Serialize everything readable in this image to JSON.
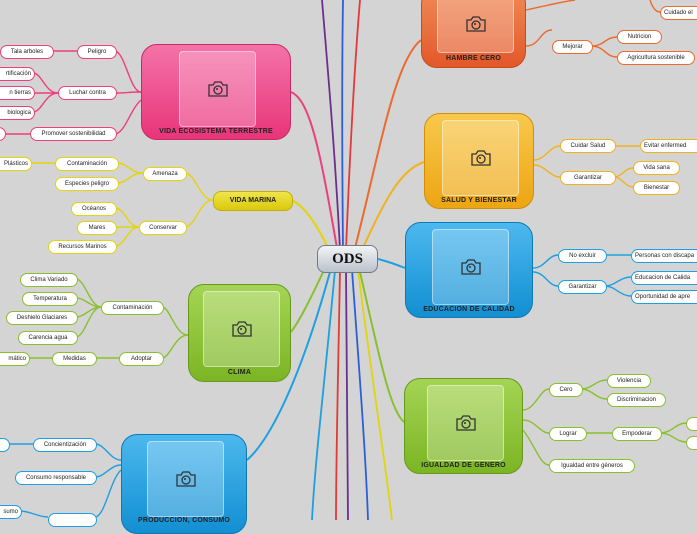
{
  "center": {
    "label": "ODS"
  },
  "topics": {
    "hambre": "HAMBRE CERO",
    "vida_terrestre": "VIDA ECOSISTEMA TERRESTRE",
    "salud": "SALUD Y BIENESTAR",
    "vida_marina": "VIDA MARINA",
    "educacion": "EDUCACION DE CALIDAD",
    "clima": "CLIMA",
    "genero": "IGUALDAD DE GENERO",
    "produccion": "PRODUCCION, CONSUMO"
  },
  "hambre": {
    "mejorar": "Mejorar",
    "nutricion": "Nutricion",
    "agricultura": "Agricultura sostenible",
    "cuidado": "Cuidado el"
  },
  "vida_terrestre": {
    "peligro": "Peligro",
    "tala": "Tala arboles",
    "luchar": "Luchar contra",
    "desertificacion": "rtificación",
    "tierras": "n tierras",
    "biologica": "biologica",
    "promover": "Promover sostenibilidad"
  },
  "salud": {
    "cuidar": "Cuidar Salud",
    "evitar": "Evitar enfermed",
    "garantizar": "Garantizar",
    "vida_sana": "Vida sana",
    "bienestar": "Bienestar"
  },
  "vida_marina": {
    "amenaza": "Amenaza",
    "contaminacion": "Contaminación",
    "plasticos": "Plásticos",
    "especies": "Especies peligro",
    "conservar": "Conservar",
    "oceanos": "Océanos",
    "mares": "Mares",
    "recursos": "Recursos Marinos"
  },
  "educacion": {
    "no_excluir": "No excluir",
    "personas": "Personas con discapa",
    "garantizar": "Garantizar",
    "edu_calidad": "Educacion de Calida",
    "oportunidad": "Oportunidad de apre"
  },
  "clima": {
    "contaminacion": "Contaminación",
    "clima_variado": "Clima Variado",
    "temperatura": "Temperatura",
    "deshielo": "Deshielo Glaciares",
    "carencia": "Carencia agua",
    "adoptar": "Adoptar",
    "medidas": "Medidas",
    "climatico": "mático"
  },
  "genero": {
    "cero": "Cero",
    "violencia": "Violencia",
    "discriminacion": "Discriminacion",
    "lograr": "Lograr",
    "empoderar": "Empoderar",
    "igualdad": "Igualdad entre géneros"
  },
  "produccion": {
    "concientizacion": "Concientización",
    "consumo_resp": "Consumo responsable",
    "sumo": "sumo"
  },
  "colors": {
    "orange": "#ea6a2f",
    "pink": "#ec3f7d",
    "yellow": "#f1b21e",
    "ymarina": "#e2d40e",
    "blue": "#1e9fe0",
    "green": "#89c02e",
    "line_purple": "#6b2f8f",
    "line_red": "#e23a3a",
    "line_blue": "#2b5fd8"
  }
}
